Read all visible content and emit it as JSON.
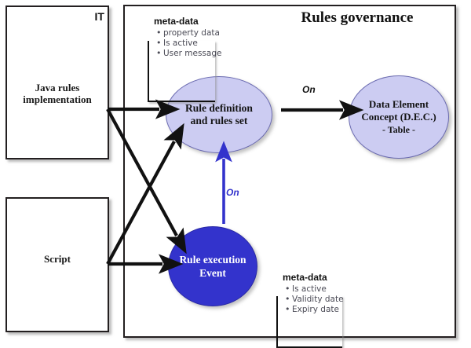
{
  "diagram": {
    "title": "Rules governance",
    "left_column": {
      "section_tag": "IT",
      "boxes": [
        {
          "id": "java-rules",
          "line1": "Java rules",
          "line2": "implementation"
        },
        {
          "id": "script",
          "line1": "Script",
          "line2": ""
        }
      ]
    },
    "nodes": [
      {
        "id": "rule-definition",
        "line1": "Rule definition",
        "line2": "and rules set",
        "fill": "#ccccf2",
        "text_color": "#141414"
      },
      {
        "id": "data-element-concept",
        "line1": "Data Element",
        "line2": "Concept (D.E.C.)",
        "line3": "- Table -",
        "fill": "#ccccf2",
        "text_color": "#141414"
      },
      {
        "id": "rule-execution-event",
        "line1": "Rule execution",
        "line2": "Event",
        "fill": "#3333cc",
        "text_color": "#ffffff"
      }
    ],
    "edge_labels": {
      "horizontal_on": "On",
      "vertical_on": "On"
    },
    "metadata_blocks": [
      {
        "id": "meta-rule-definition",
        "title": "meta-data",
        "items": [
          "property data",
          "Is active",
          "User message"
        ]
      },
      {
        "id": "meta-rule-execution",
        "title": "meta-data",
        "items": [
          "Is active",
          "Validity date",
          "Expiry date"
        ]
      }
    ],
    "colors": {
      "light_purple": "#ccccf2",
      "dark_blue": "#3333cc",
      "outline": "#231f20",
      "meta_text": "#4a4a55"
    }
  }
}
